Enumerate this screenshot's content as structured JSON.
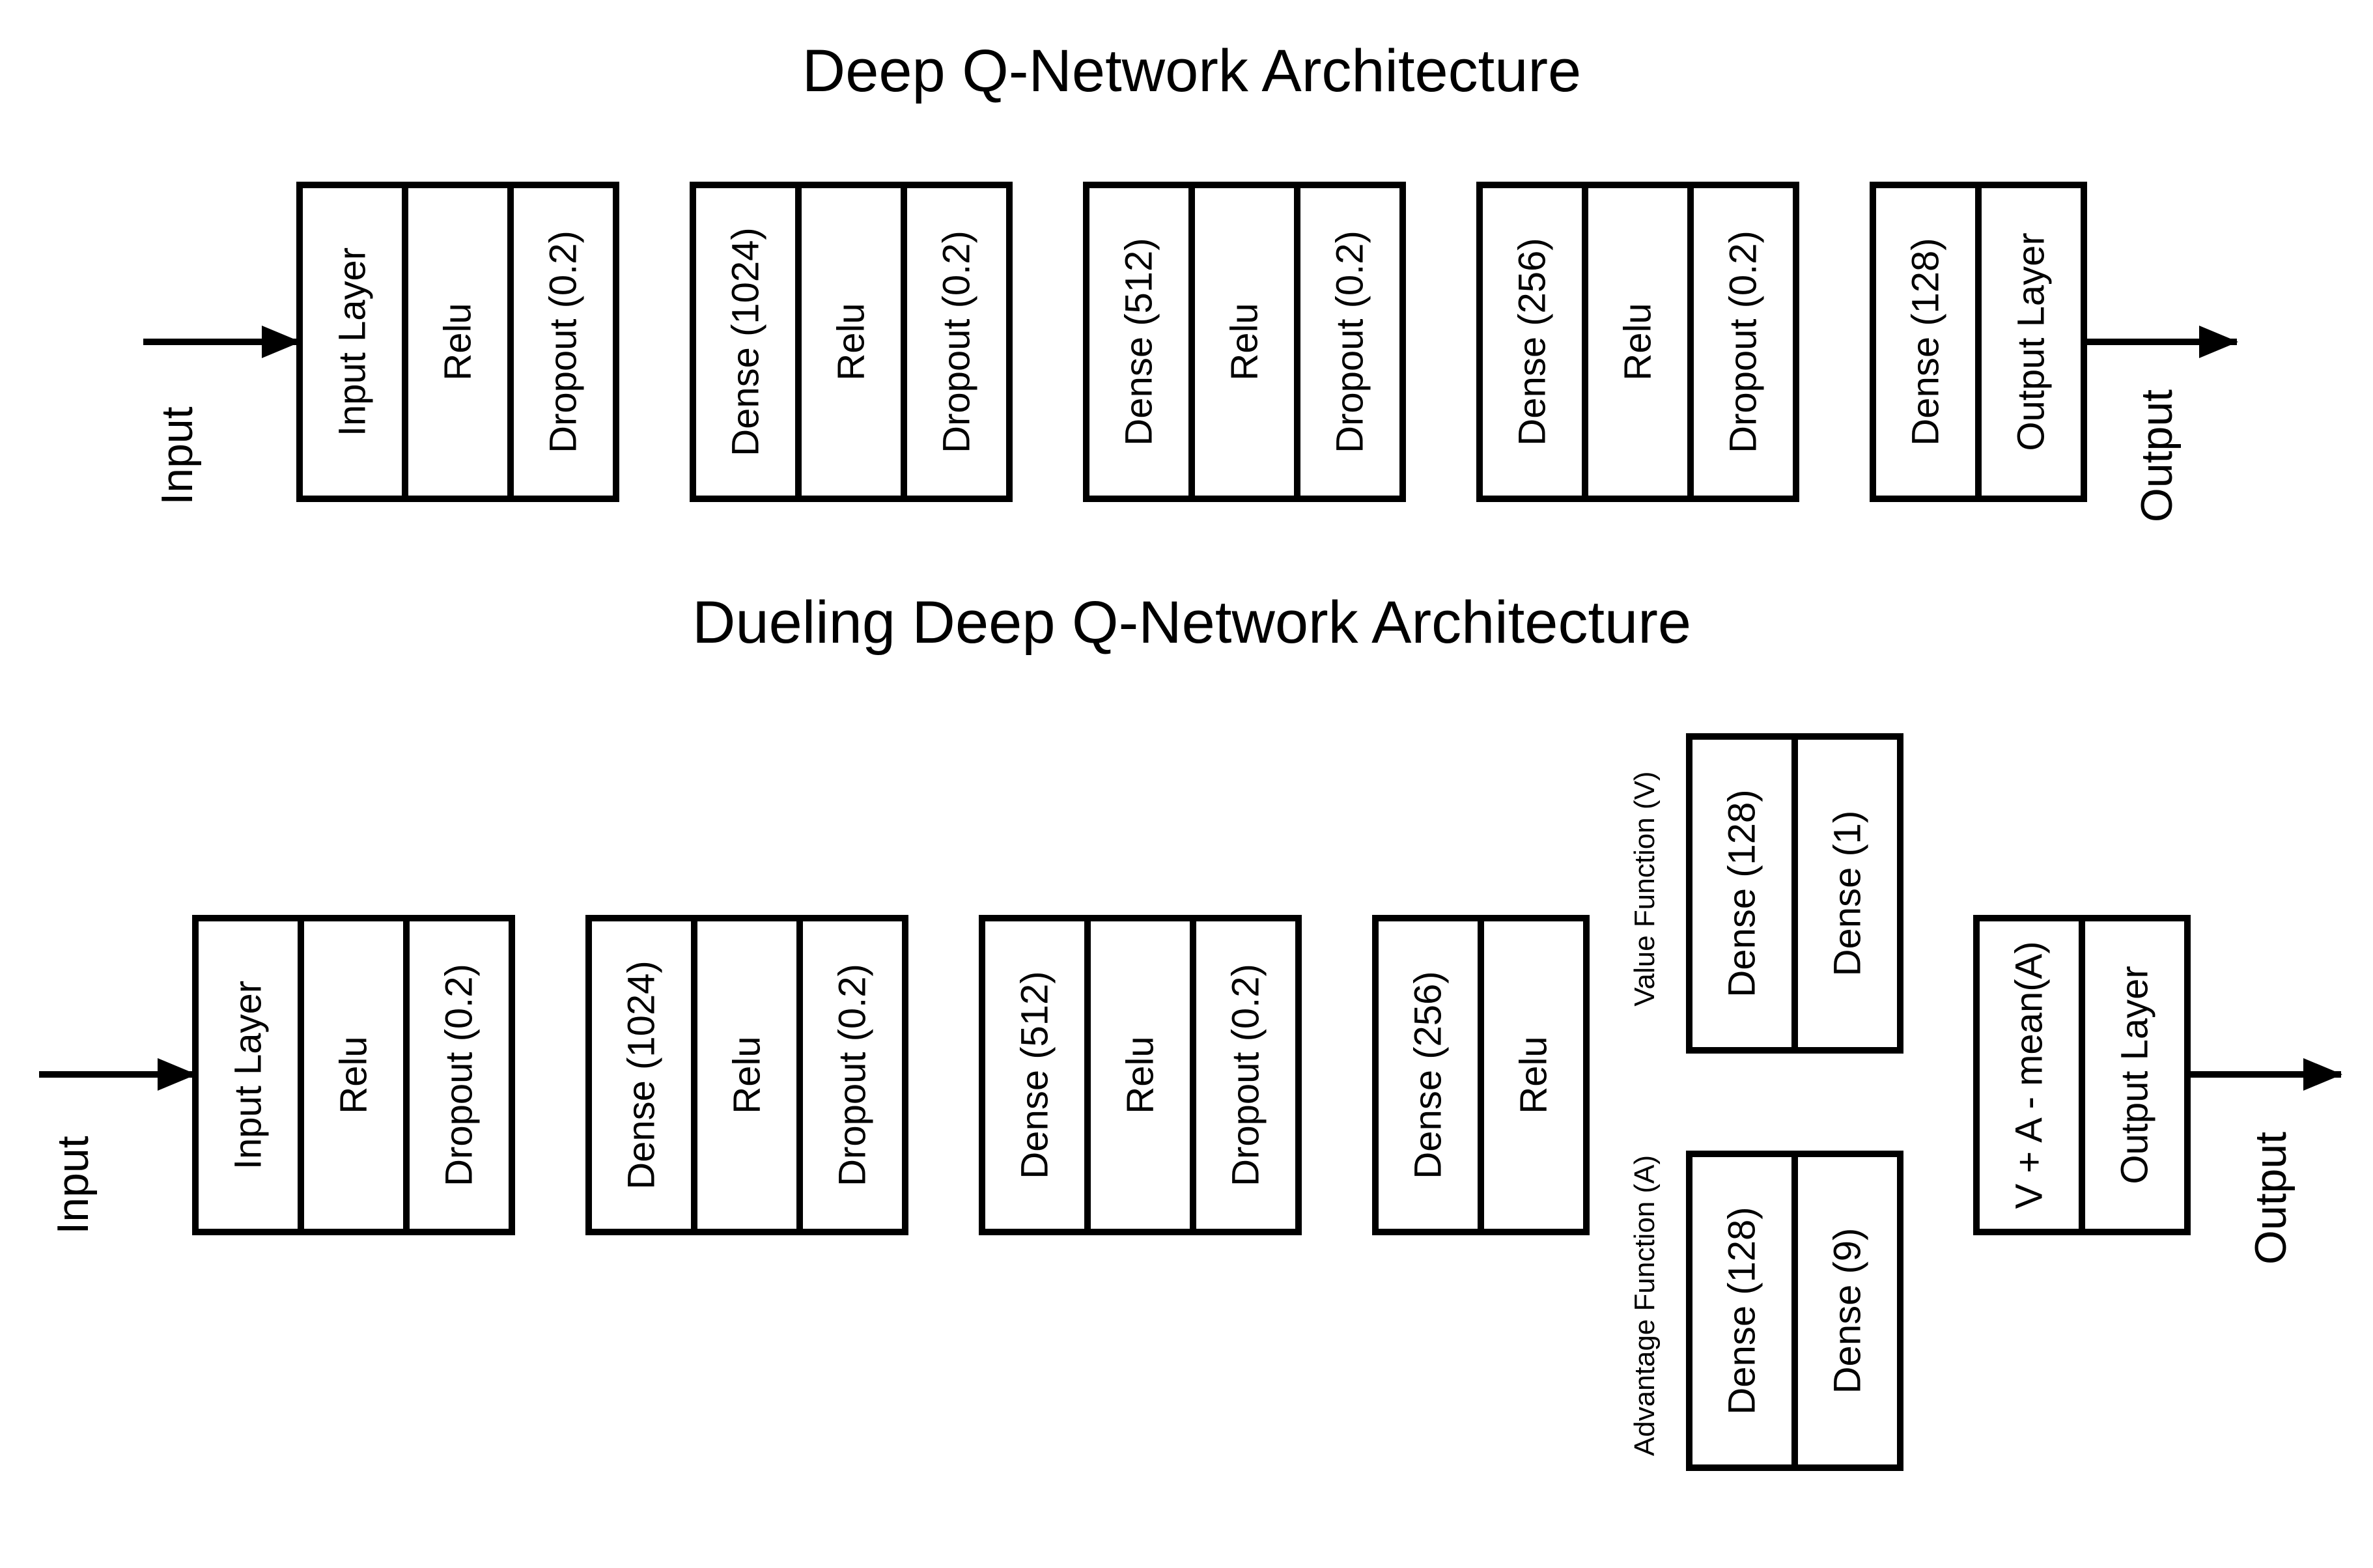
{
  "colors": {
    "stroke": "#000000",
    "background": "#ffffff",
    "text": "#000000"
  },
  "dqn": {
    "title": "Deep Q-Network Architecture",
    "input_label": "Input",
    "output_label": "Output",
    "blocks": [
      [
        "Input Layer",
        "Relu",
        "Dropout (0.2)"
      ],
      [
        "Dense (1024)",
        "Relu",
        "Dropout (0.2)"
      ],
      [
        "Dense (512)",
        "Relu",
        "Dropout (0.2)"
      ],
      [
        "Dense (256)",
        "Relu",
        "Dropout (0.2)"
      ],
      [
        "Dense (128)",
        "Output Layer"
      ]
    ]
  },
  "dueling": {
    "title": "Dueling Deep Q-Network Architecture",
    "input_label": "Input",
    "output_label": "Output",
    "blocks": [
      [
        "Input Layer",
        "Relu",
        "Dropout (0.2)"
      ],
      [
        "Dense (1024)",
        "Relu",
        "Dropout (0.2)"
      ],
      [
        "Dense (512)",
        "Relu",
        "Dropout (0.2)"
      ],
      [
        "Dense (256)",
        "Relu"
      ]
    ],
    "value_branch": {
      "label": "Value Function (V)",
      "cells": [
        "Dense (128)",
        "Dense (1)"
      ]
    },
    "advantage_branch": {
      "label": "Advantage Function (A)",
      "cells": [
        "Dense (128)",
        "Dense (9)"
      ]
    },
    "output_block": [
      "V + A - mean(A)",
      "Output Layer"
    ]
  }
}
